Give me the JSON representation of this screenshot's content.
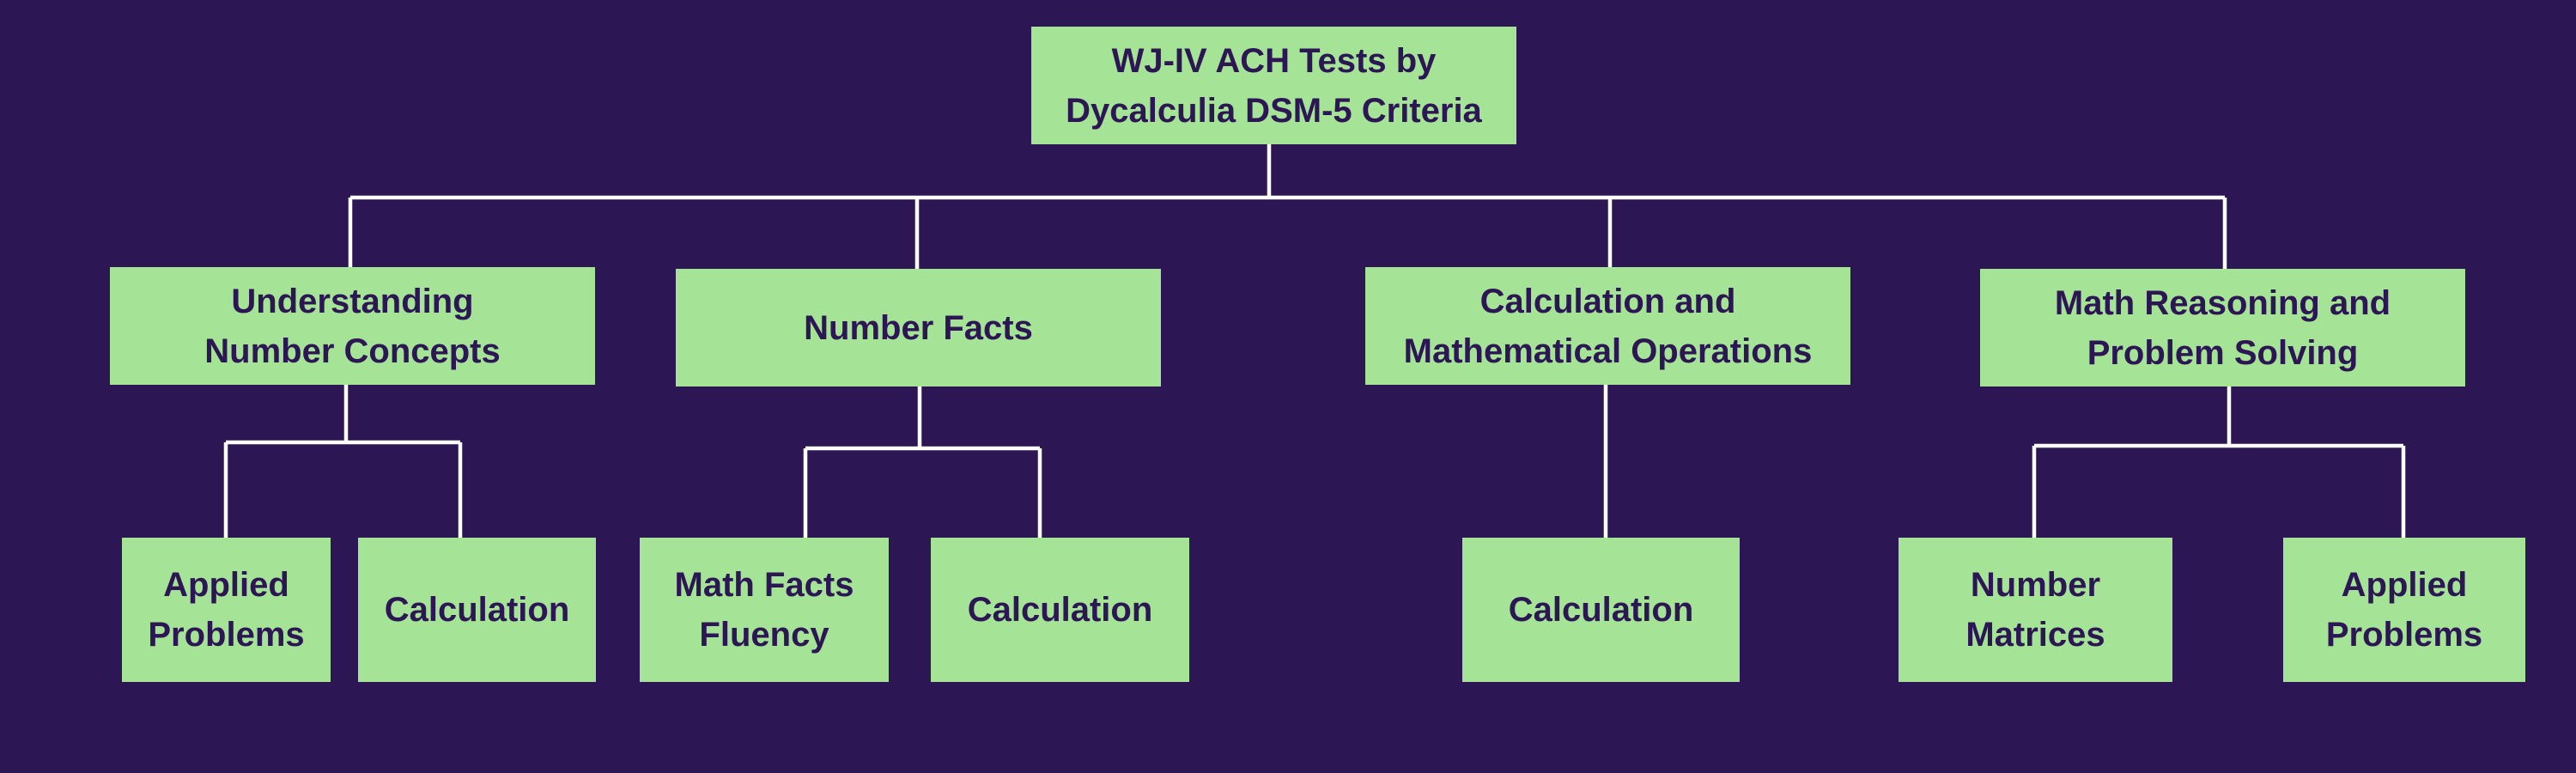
{
  "colors": {
    "background": "#2d1654",
    "box_fill": "#a5e496",
    "box_text": "#2d1654",
    "connector": "#ffffff"
  },
  "root": {
    "label": "WJ-IV ACH Tests by Dycalculia DSM-5 Criteria"
  },
  "criteria": [
    {
      "label": "Understanding Number Concepts",
      "tests": [
        {
          "label": "Applied Problems"
        },
        {
          "label": "Calculation"
        }
      ]
    },
    {
      "label": "Number Facts",
      "tests": [
        {
          "label": "Math Facts Fluency"
        },
        {
          "label": "Calculation"
        }
      ]
    },
    {
      "label": "Calculation and Mathematical Operations",
      "tests": [
        {
          "label": "Calculation"
        }
      ]
    },
    {
      "label": "Math Reasoning and Problem Solving",
      "tests": [
        {
          "label": "Number Matrices"
        },
        {
          "label": "Applied Problems"
        }
      ]
    }
  ]
}
